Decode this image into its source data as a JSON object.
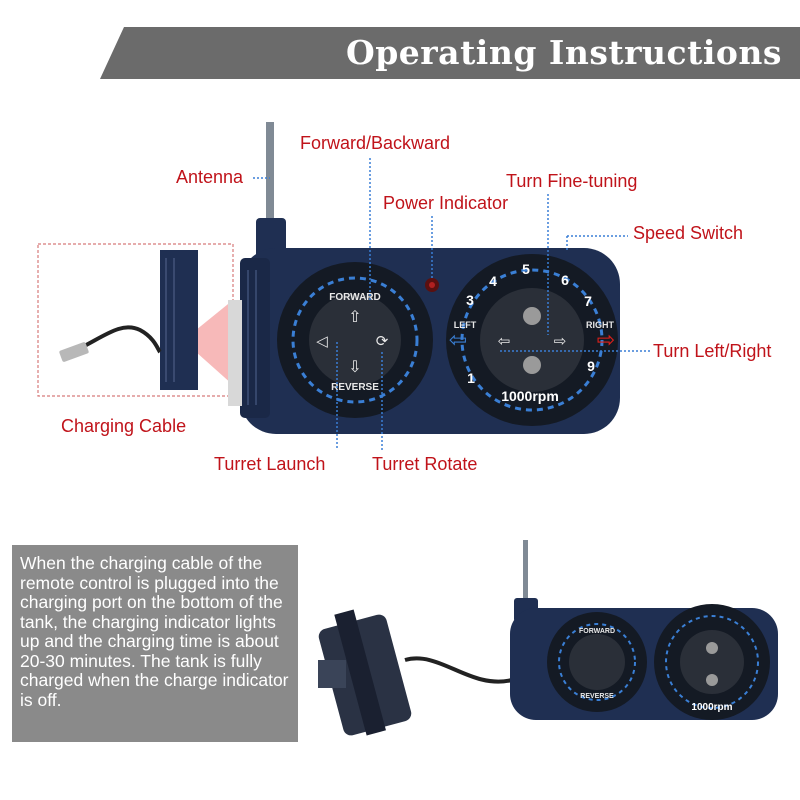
{
  "header": {
    "title": "Operating Instructions"
  },
  "labels": {
    "antenna": "Antenna",
    "forward_backward": "Forward/Backward",
    "power_indicator": "Power Indicator",
    "turn_fine_tuning": "Turn Fine-tuning",
    "speed_switch": "Speed Switch",
    "turn_left_right": "Turn Left/Right",
    "charging_cable": "Charging Cable",
    "turret_launch": "Turret Launch",
    "turret_rotate": "Turret Rotate"
  },
  "remote": {
    "left_dial_top": "FORWARD",
    "left_dial_bottom": "REVERSE",
    "right_dial_left": "LEFT",
    "right_dial_right": "RIGHT",
    "speed_numbers": [
      "1",
      "3",
      "4",
      "5",
      "6",
      "7",
      "9"
    ],
    "rpm": "1000rpm"
  },
  "info_text": "When the charging cable of the remote control is plugged into the charging port on the bottom of the tank, the charging indicator lights up and the charging time is about 20-30 minutes. The tank is fully charged when the charge indicator is off.",
  "colors": {
    "label_red": "#c0131a",
    "leader_blue": "#3a7fd5",
    "banner_gray": "#6b6b6b",
    "remote_navy": "#1f2f52"
  }
}
